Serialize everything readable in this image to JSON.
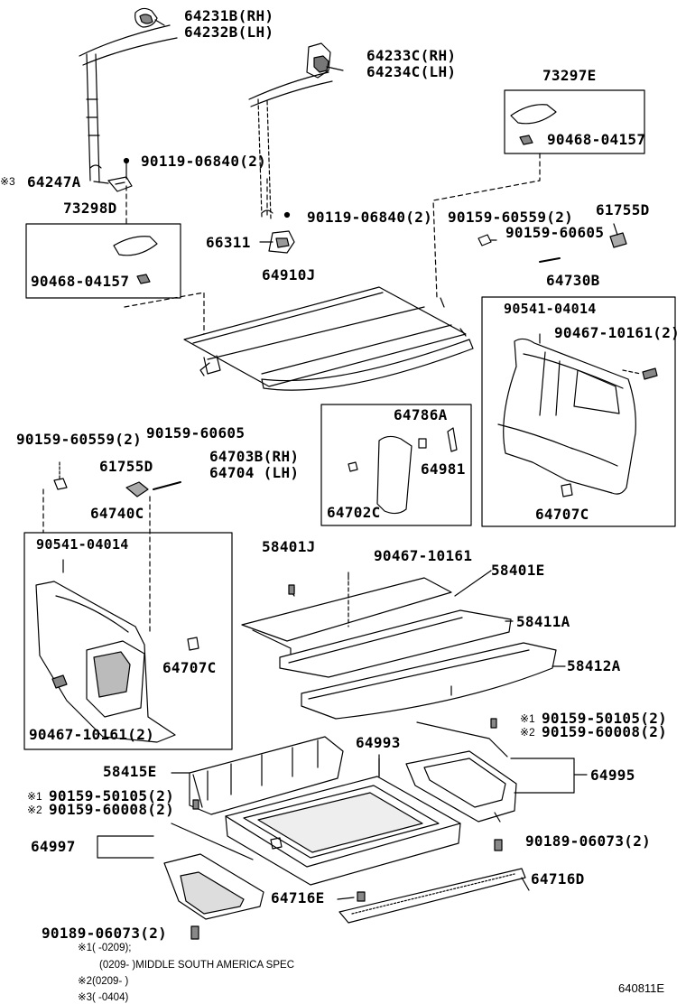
{
  "parts": {
    "p64231B": "64231B(RH)",
    "p64232B": "64232B(LH)",
    "p64233C": "64233C(RH)",
    "p64234C": "64234C(LH)",
    "p73297E": "73297E",
    "p90468_top": "90468-04157",
    "p64247A": "64247A",
    "p90119_a": "90119-06840(2)",
    "p73298D": "73298D",
    "p90119_b": "90119-06840(2)",
    "p90159_60559_top": "90159-60559(2)",
    "p61755D_top": "61755D",
    "p90159_60605_top": "90159-60605",
    "p66311": "66311",
    "p90468_left": "90468-04157",
    "p64910J": "64910J",
    "p64730B": "64730B",
    "p90541_right": "90541-04014",
    "p90467_right": "90467-10161(2)",
    "p64786A": "64786A",
    "p90159_60559_left": "90159-60559(2)",
    "p90159_60605_left": "90159-60605",
    "p64703B": "64703B(RH)",
    "p64704": "64704  (LH)",
    "p64981": "64981",
    "p61755D_left": "61755D",
    "p64702C": "64702C",
    "p64707C_right": "64707C",
    "p64740C": "64740C",
    "p90541_left": "90541-04014",
    "p58401J": "58401J",
    "p90467_mid": "90467-10161",
    "p58401E": "58401E",
    "p58411A": "58411A",
    "p58412A": "58412A",
    "p64707C_left": "64707C",
    "p90467_left": "90467-10161(2)",
    "p90159_50105_right": "90159-50105(2)",
    "p90159_60008_right": "90159-60008(2)",
    "p64993": "64993",
    "p58415E": "58415E",
    "p64995": "64995",
    "p90159_50105_left": "90159-50105(2)",
    "p90159_60008_left": "90159-60008(2)",
    "p64997": "64997",
    "p90189_right": "90189-06073(2)",
    "p64716D": "64716D",
    "p64716E": "64716E",
    "p90189_left": "90189-06073(2)"
  },
  "markers": {
    "m3_64247A": "※3",
    "m1_right": "※1",
    "m2_right": "※2",
    "m1_left": "※1",
    "m2_left": "※2"
  },
  "notes": {
    "line1": "※1(    -0209);",
    "line2": "(0209-    )MIDDLE SOUTH AMERICA SPEC",
    "line3": "※2(0209-    )",
    "line4": "※3(    -0404)"
  },
  "figure_number": "640811E"
}
